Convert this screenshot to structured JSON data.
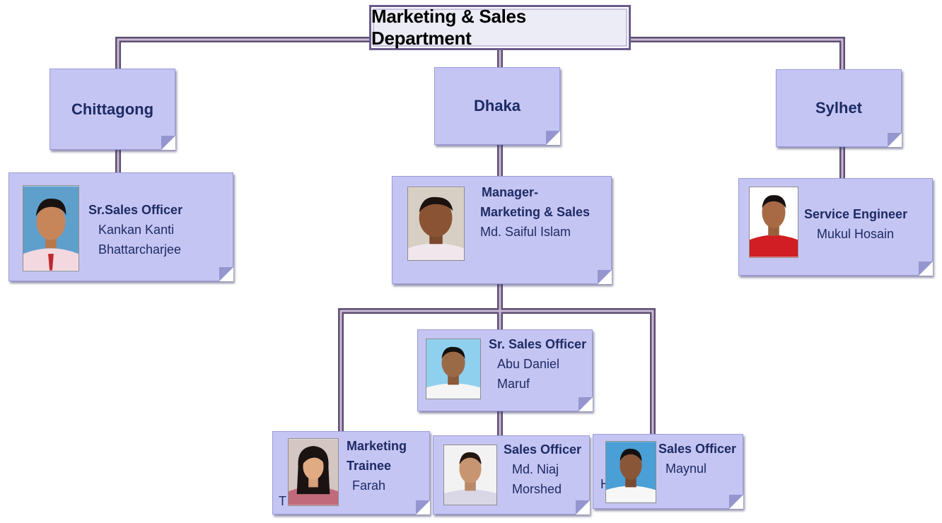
{
  "title": "Marketing & Sales Department",
  "branches": {
    "chittagong": "Chittagong",
    "dhaka": "Dhaka",
    "sylhet": "Sylhet"
  },
  "staff": {
    "chittagong_officer": {
      "role": "Sr.Sales Officer",
      "name_line1": "Kankan Kanti",
      "name_line2": "Bhattarcharjee"
    },
    "dhaka_manager": {
      "role_line1": "Manager-",
      "role_line2": "Marketing & Sales",
      "name": "Md. Saiful Islam"
    },
    "sylhet_engineer": {
      "role": "Service Engineer",
      "name": "Mukul Hosain"
    },
    "dhaka_sr_officer": {
      "role": "Sr. Sales Officer",
      "name_line1": "Abu Daniel",
      "name_line2": "Maruf"
    },
    "marketing_trainee": {
      "role_line1": "Marketing",
      "role_line2": "Trainee",
      "name": "Farah",
      "stray": "T"
    },
    "sales_officer_niaj": {
      "role": "Sales Officer",
      "name_line1": "Md. Niaj",
      "name_line2": "Morshed"
    },
    "sales_officer_maynul": {
      "role": "Sales Officer",
      "name": "Maynul",
      "stray": "H"
    }
  },
  "colors": {
    "card_fill": "#c5c5f4",
    "connector": "#6b5b7c",
    "text": "#1d2b63"
  }
}
